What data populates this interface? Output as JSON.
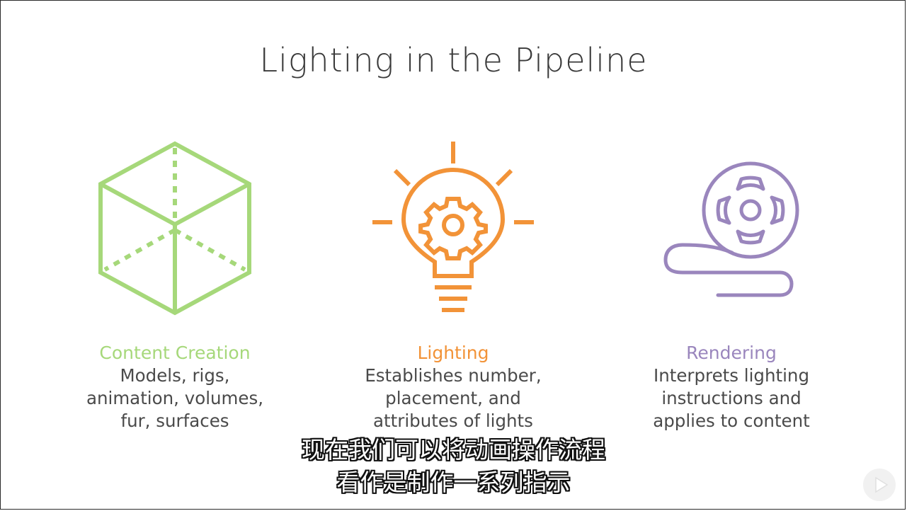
{
  "slide": {
    "title": "Lighting in the Pipeline"
  },
  "columns": [
    {
      "title": "Content Creation",
      "color": "#a6d87a",
      "icon": "cube-icon",
      "lines": [
        "Models, rigs,",
        "animation, volumes,",
        "fur, surfaces"
      ]
    },
    {
      "title": "Lighting",
      "color": "#f29338",
      "icon": "lightbulb-gear-icon",
      "lines": [
        "Establishes number,",
        "placement, and",
        "attributes of lights"
      ]
    },
    {
      "title": "Rendering",
      "color": "#9a86bd",
      "icon": "film-reel-icon",
      "lines": [
        "Interprets lighting",
        "instructions and",
        "applies to content"
      ]
    }
  ],
  "subtitles": {
    "line1": "现在我们可以将动画操作流程",
    "line2": "看作是制作一系列指示"
  },
  "overlay": {
    "icon": "play-logo-icon"
  }
}
